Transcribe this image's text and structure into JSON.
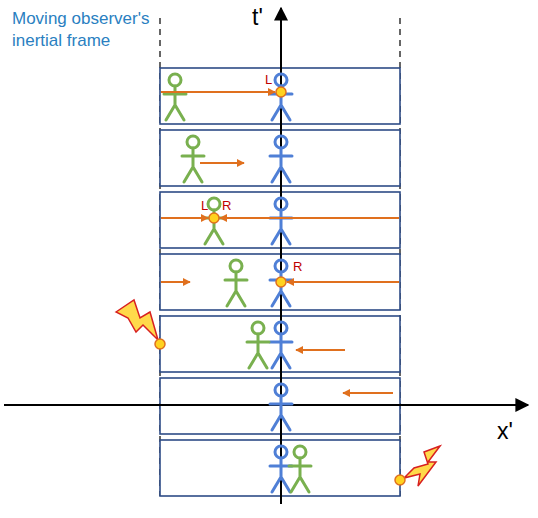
{
  "diagram": {
    "labels": [
      "Moving observer's inertial frame",
      "t'",
      "x'",
      "L",
      "L",
      "R",
      "R"
    ]
  }
}
